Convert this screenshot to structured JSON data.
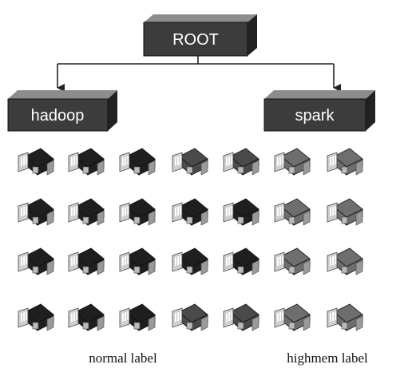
{
  "tree": {
    "root": {
      "label": "ROOT"
    },
    "children": [
      {
        "label": "hadoop"
      },
      {
        "label": "spark"
      }
    ]
  },
  "server_grid": {
    "rows": 4,
    "columns": 7,
    "style_rows": [
      [
        "dark",
        "dark",
        "dark",
        "mid",
        "mid",
        "light",
        "light"
      ],
      [
        "dark",
        "dark",
        "dark",
        "dark",
        "dark",
        "light",
        "light"
      ],
      [
        "dark",
        "dark",
        "dark",
        "dark",
        "dark",
        "light",
        "light"
      ],
      [
        "dark",
        "dark",
        "dark",
        "mid",
        "mid",
        "light",
        "light"
      ]
    ],
    "icon_name": "server-icon"
  },
  "group_labels": {
    "normal": "normal label",
    "highmem": "highmem label"
  },
  "colors": {
    "box_front": "#3c3c3c",
    "box_top": "#8c8c8c",
    "box_side": "#222222",
    "server_dark": "#1f1f1f",
    "server_mid": "#4a4a4a",
    "server_light": "#6e6e6e"
  }
}
